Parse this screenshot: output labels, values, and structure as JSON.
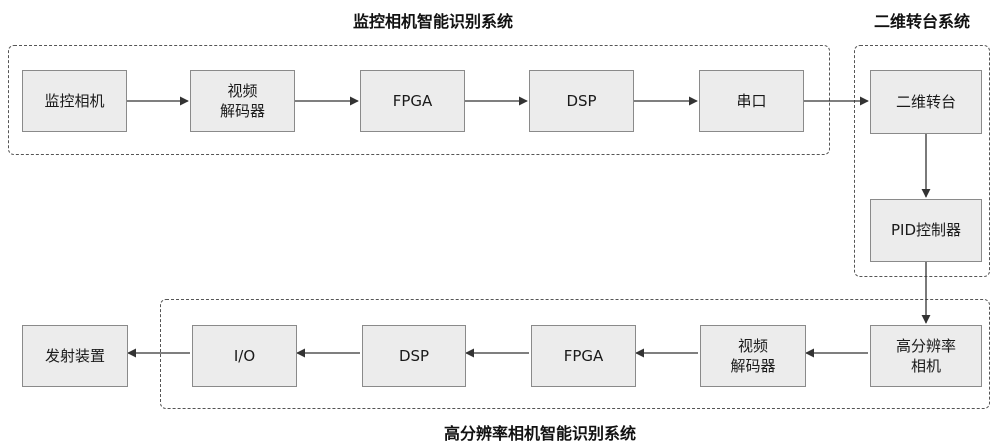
{
  "colors": {
    "box_fill": "#ececec",
    "box_border": "#8a8a8a",
    "line": "#333333",
    "dash": "#555555"
  },
  "groups": {
    "surveillance": {
      "title": "监控相机智能识别系统"
    },
    "gimbal": {
      "title": "二维转台系统"
    },
    "highres": {
      "title": "高分辨率相机智能识别系统"
    }
  },
  "blocks": {
    "monitor_camera": "监控相机",
    "video_decoder_1": "视频\n解码器",
    "fpga_1": "FPGA",
    "dsp_1": "DSP",
    "serial_port": "串口",
    "gimbal_2d": "二维转台",
    "pid_controller": "PID控制器",
    "highres_camera": "高分辨率\n相机",
    "video_decoder_2": "视频\n解码器",
    "fpga_2": "FPGA",
    "dsp_2": "DSP",
    "io": "I/O",
    "launcher": "发射装置"
  }
}
